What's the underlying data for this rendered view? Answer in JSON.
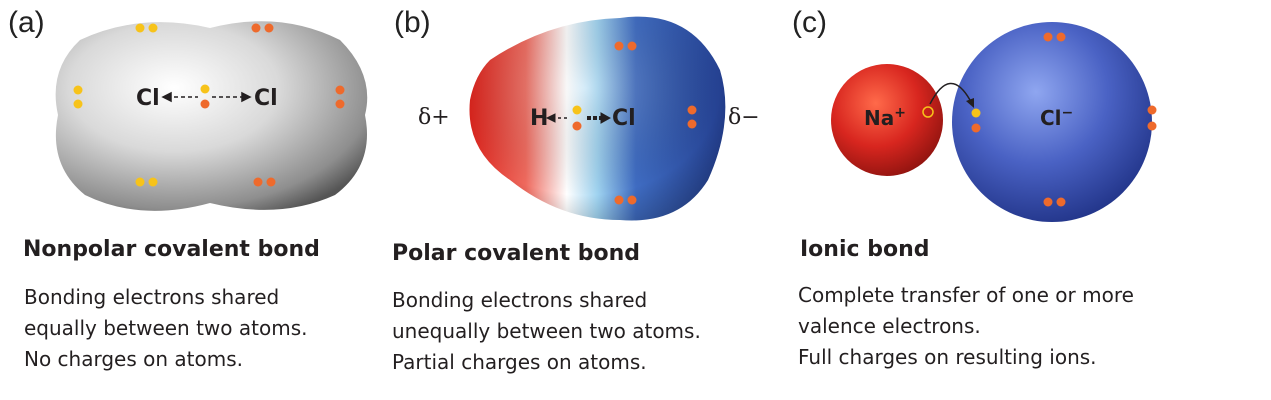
{
  "panels": [
    {
      "label": "(a)",
      "title": "Nonpolar covalent bond",
      "description": [
        "Bonding electrons shared",
        "equally between two atoms.",
        "No charges on atoms."
      ],
      "atoms": [
        "Cl",
        "Cl"
      ]
    },
    {
      "label": "(b)",
      "title": "Polar covalent bond",
      "description": [
        "Bonding electrons shared",
        "unequally  between two atoms.",
        "Partial charges on atoms."
      ],
      "atoms": [
        "H",
        "Cl"
      ],
      "partial_positive": "δ+",
      "partial_negative": "δ−"
    },
    {
      "label": "(c)",
      "title": "Ionic bond",
      "description": [
        "Complete transfer of one or more",
        "valence electrons.",
        "Full charges on resulting ions."
      ],
      "atoms": [
        "Na",
        "Cl"
      ],
      "charges": [
        "+",
        "−"
      ]
    }
  ],
  "colors": {
    "electron_yellow": "#f7c31a",
    "electron_orange": "#ee6a2c",
    "positive_red": "#d8261f",
    "negative_blue": "#2f4fa8",
    "neutral_gray": "#c8c8c8"
  }
}
